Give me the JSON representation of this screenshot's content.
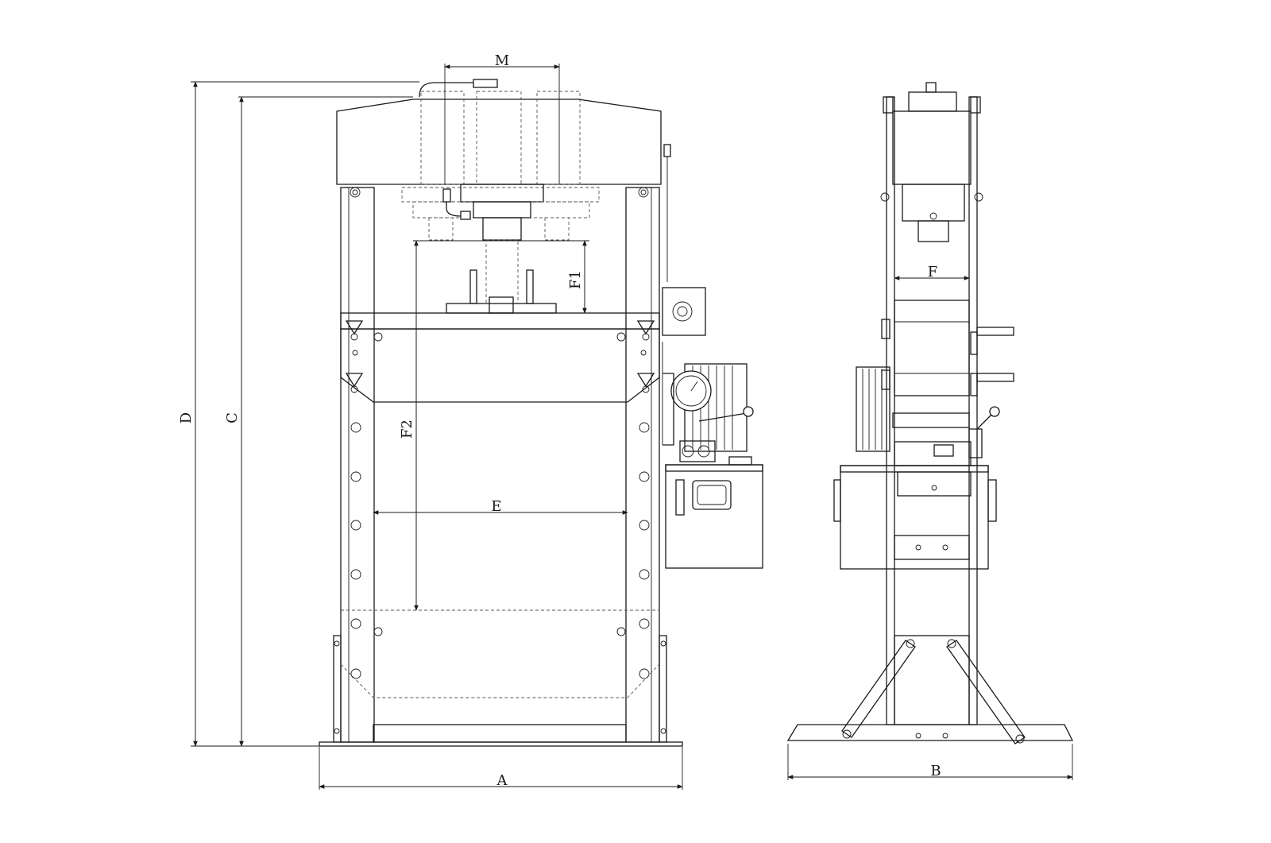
{
  "labels": {
    "a": "A",
    "b": "B",
    "c": "C",
    "d": "D",
    "e": "E",
    "f": "F",
    "f1": "F1",
    "f2": "F2",
    "m": "M"
  }
}
